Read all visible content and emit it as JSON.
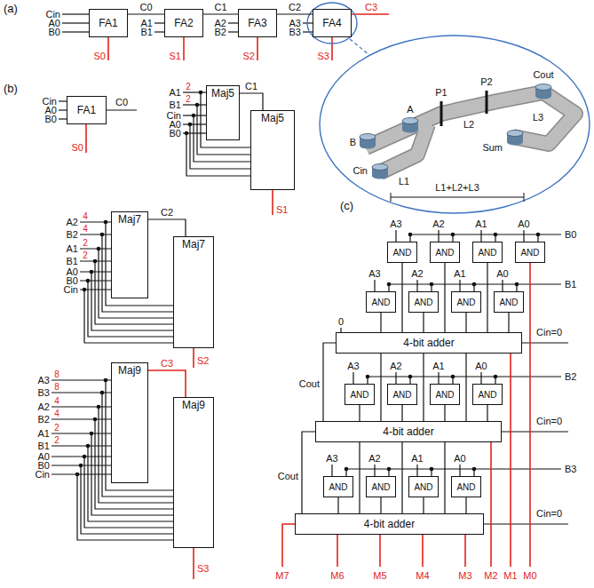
{
  "diagram": {
    "nodes": [
      {
        "text": [
          "FA1"
        ]
      },
      {
        "text": [
          "FA2"
        ]
      },
      {
        "text": [
          "FA3"
        ]
      },
      {
        "text": [
          "FA4"
        ]
      },
      {
        "text": [
          "FA1"
        ]
      },
      {
        "text": [
          "Maj5"
        ]
      },
      {
        "text": [
          "Maj5"
        ]
      },
      {
        "text": [
          "Maj7"
        ]
      },
      {
        "text": [
          "Maj7"
        ]
      },
      {
        "text": [
          "Maj9"
        ]
      },
      {
        "text": [
          "Maj9"
        ]
      },
      {
        "text": [
          "AND"
        ]
      },
      {
        "text": [
          "AND"
        ]
      },
      {
        "text": [
          "AND"
        ]
      },
      {
        "text": [
          "AND"
        ]
      },
      {
        "text": [
          "AND"
        ]
      },
      {
        "text": [
          "AND"
        ]
      },
      {
        "text": [
          "AND"
        ]
      },
      {
        "text": [
          "AND"
        ]
      },
      {
        "text": [
          "4-bit adder"
        ]
      },
      {
        "text": [
          "AND"
        ]
      },
      {
        "text": [
          "AND"
        ]
      },
      {
        "text": [
          "AND"
        ]
      },
      {
        "text": [
          "AND"
        ]
      },
      {
        "text": [
          "4-bit adder"
        ]
      },
      {
        "text": [
          "AND"
        ]
      },
      {
        "text": [
          "AND"
        ]
      },
      {
        "text": [
          "AND"
        ]
      },
      {
        "text": [
          "AND"
        ]
      },
      {
        "text": [
          "4-bit adder"
        ]
      }
    ],
    "edges": [
      {
        "from": 0,
        "to": 1,
        "arrow": "none",
        "label": "C0"
      },
      {
        "from": 1,
        "to": 2,
        "arrow": "none",
        "label": "C1"
      },
      {
        "from": 2,
        "to": 3,
        "arrow": "none",
        "label": "C2"
      },
      {
        "from": 5,
        "to": 6,
        "arrow": "none",
        "label": "C1"
      },
      {
        "from": 7,
        "to": 8,
        "arrow": "none",
        "label": "C2"
      },
      {
        "from": 9,
        "to": 10,
        "arrow": "none",
        "label": "C3"
      },
      {
        "from": 11,
        "to": 19,
        "arrow": "none"
      },
      {
        "from": 12,
        "to": 19,
        "arrow": "none"
      },
      {
        "from": 13,
        "to": 19,
        "arrow": "none"
      },
      {
        "from": 15,
        "to": 19,
        "arrow": "none"
      },
      {
        "from": 16,
        "to": 19,
        "arrow": "none"
      },
      {
        "from": 17,
        "to": 19,
        "arrow": "none"
      },
      {
        "from": 18,
        "to": 19,
        "arrow": "none"
      },
      {
        "from": 19,
        "to": 24,
        "arrow": "none"
      },
      {
        "from": 20,
        "to": 24,
        "arrow": "none"
      },
      {
        "from": 21,
        "to": 24,
        "arrow": "none"
      },
      {
        "from": 22,
        "to": 24,
        "arrow": "none"
      },
      {
        "from": 23,
        "to": 24,
        "arrow": "none"
      },
      {
        "from": 24,
        "to": 29,
        "arrow": "none"
      },
      {
        "from": 25,
        "to": 29,
        "arrow": "none"
      },
      {
        "from": 26,
        "to": 29,
        "arrow": "none"
      },
      {
        "from": 27,
        "to": 29,
        "arrow": "none"
      },
      {
        "from": 28,
        "to": 29,
        "arrow": "none"
      }
    ],
    "labels": [
      "(a)",
      "Cin",
      "A0",
      "B0",
      "A1",
      "B1",
      "A2",
      "B2",
      "A3",
      "B3",
      "C3",
      "S0",
      "S1",
      "S2",
      "S3",
      "B",
      "Cin",
      "A",
      "P1",
      "P2",
      "L2",
      "Cout",
      "L3",
      "Sum",
      "L1",
      "L1+L2+L3",
      "(b)",
      "Cin",
      "A0",
      "B0",
      "C0",
      "S0",
      "A1",
      "B1",
      "Cin",
      "A0",
      "B0",
      "2",
      "2",
      "S1",
      "A2",
      "B2",
      "A1",
      "B1",
      "A0",
      "B0",
      "Cin",
      "4",
      "4",
      "2",
      "2",
      "S2",
      "A3",
      "B3",
      "A2",
      "B2",
      "A1",
      "B1",
      "A0",
      "B0",
      "Cin",
      "8",
      "8",
      "4",
      "4",
      "2",
      "2",
      "S3",
      "(c)",
      "A3",
      "A2",
      "A1",
      "A0",
      "B0",
      "A3",
      "A2",
      "A1",
      "A0",
      "B1",
      "0",
      "Cin=0",
      "A3",
      "A2",
      "A1",
      "A0",
      "B2",
      "Cout",
      "Cin=0",
      "A3",
      "A2",
      "A1",
      "A0",
      "B3",
      "Cout",
      "Cin=0",
      "M7",
      "M6",
      "M5",
      "M4",
      "M3",
      "M2",
      "M1",
      "M0"
    ]
  }
}
